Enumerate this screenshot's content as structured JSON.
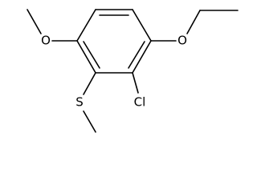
{
  "molecule": {
    "atoms": {
      "o_methoxy": "O",
      "s_methylthio": "S",
      "cl": "Cl",
      "o_ethoxy": "O"
    }
  }
}
